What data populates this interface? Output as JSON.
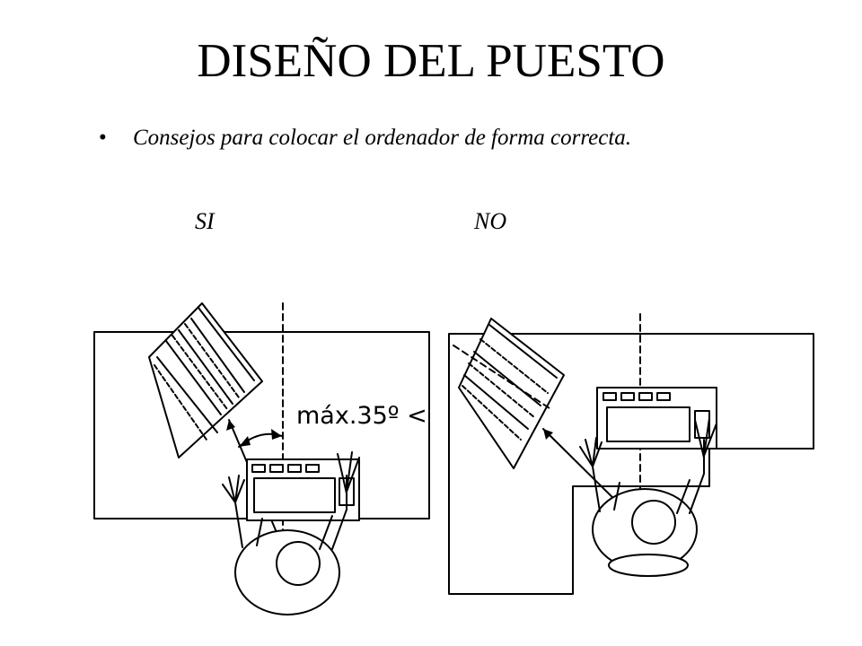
{
  "slide": {
    "title": "DISEÑO DEL PUESTO",
    "bullet": "Consejos para colocar el ordenador de forma correcta.",
    "label_yes": "SI",
    "label_no": "NO",
    "angle_label": "máx.35º <"
  },
  "colors": {
    "ink": "#000000",
    "paper": "#ffffff"
  }
}
